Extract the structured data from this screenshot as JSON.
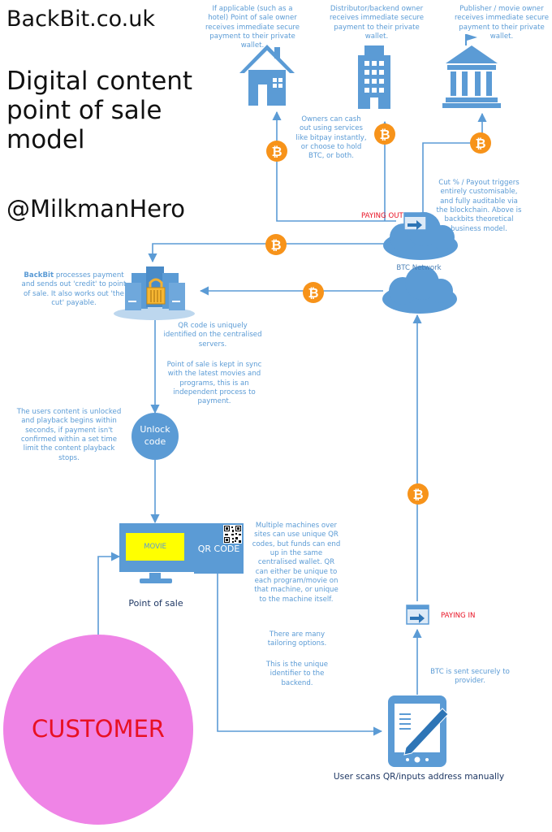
{
  "header": {
    "site": "BackBit.co.uk",
    "title_lines": [
      "Digital content",
      "point of sale",
      "model"
    ],
    "handle": "@MilkmanHero"
  },
  "notes": {
    "hotel_owner": "If applicable (such as a hotel) Point of sale owner receives immediate secure payment to their private wallet.",
    "distributor": "Distributor/backend owner receives immediate secure payment to their private wallet.",
    "publisher": "Publisher / movie owner receives immediate secure payment to their private wallet.",
    "cash_out": "Owners can cash out using services like bitpay instantly, or choose to hold BTC, or both.",
    "cut_payout": "Cut % / Payout triggers entirely customisable, and fully auditable via the blockchain. Above is backbits theoretical business model.",
    "backbit_brand": "BackBit",
    "backbit_process": " processes payment and sends out 'credit' to point of sale. It also works out 'the cut' payable.",
    "qr_unique": "QR code is uniquely identified on the centralised servers.",
    "sync": "Point of sale is kept in sync with the latest movies and programs, this is an independent process to payment.",
    "unlocked": "The users content is unlocked and playback begins within seconds, if payment isn't confirmed within a set time limit the content playback stops.",
    "multiple_machines": "Multiple machines over sites can use unique QR codes, but funds can end up in the same centralised wallet. QR can either be unique to each program/movie on that machine, or unique to the machine itself.",
    "tailoring": "There are many tailoring options.",
    "identifier": "This is the unique identifier to the backend.",
    "btc_sent": "BTC is sent securely to provider."
  },
  "labels": {
    "paying_out": "PAYING OUT",
    "paying_in": "PAYING IN",
    "btc_network": "BTC Network",
    "unlock_code": "Unlock code",
    "movie": "MOVIE",
    "qr_code": "QR CODE",
    "point_of_sale": "Point of sale",
    "customer": "CUSTOMER",
    "user_scans": "User scans QR/inputs address manually"
  },
  "icons": {
    "coin": "bitcoin-coin-icon",
    "house": "house-icon",
    "office": "office-building-icon",
    "bank": "bank-building-icon",
    "cloud": "cloud-icon",
    "server": "server-lock-icon",
    "monitor": "monitor-icon",
    "tablet": "tablet-pen-icon",
    "transfer": "transfer-arrow-icon"
  },
  "colors": {
    "accent_blue": "#5b9bd5",
    "coin_orange": "#f7931a",
    "customer_pink": "#ef84e6",
    "customer_text": "#e81123",
    "movie_yellow": "#ffff00"
  }
}
